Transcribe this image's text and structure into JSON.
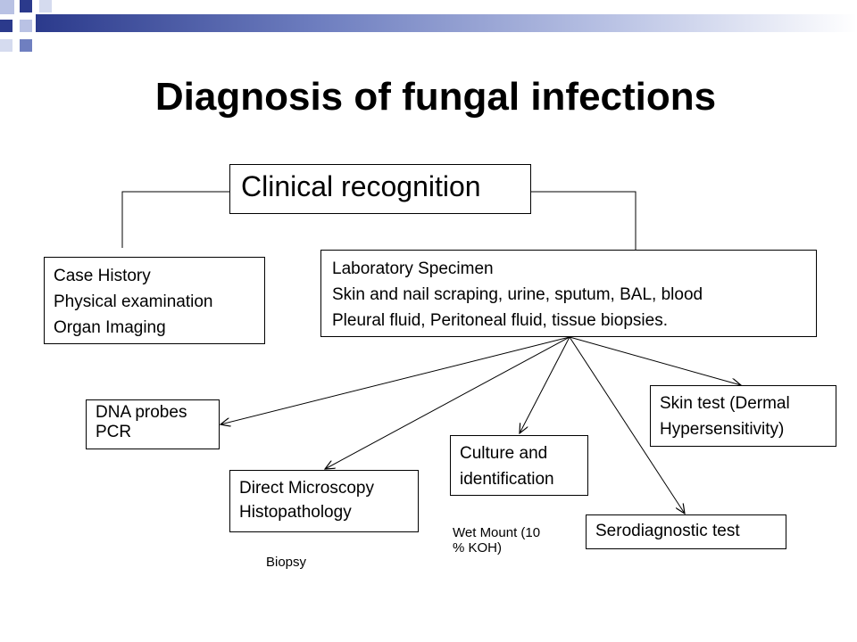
{
  "title": "Diagnosis of fungal infections",
  "nodes": {
    "clinical": {
      "lines": [
        "Clinical recognition"
      ]
    },
    "history": {
      "lines": [
        "Case History",
        "Physical examination",
        "Organ Imaging"
      ]
    },
    "lab": {
      "lines": [
        "Laboratory Specimen",
        "Skin and nail scraping, urine, sputum, BAL, blood",
        "Pleural fluid, Peritoneal fluid, tissue biopsies."
      ]
    },
    "dna": {
      "lines": [
        "DNA probes",
        "PCR"
      ]
    },
    "microscopy": {
      "lines": [
        "Direct Microscopy",
        "Histopathology"
      ]
    },
    "culture": {
      "lines": [
        "Culture and",
        "identification"
      ]
    },
    "skin": {
      "lines": [
        "Skin test (Dermal",
        "Hypersensitivity)"
      ]
    },
    "sero": {
      "lines": [
        "Serodiagnostic test"
      ]
    }
  },
  "notes": {
    "wet_mount": [
      "Wet Mount (10",
      "%  KOH)"
    ],
    "biopsy": "Biopsy"
  },
  "colors": {
    "accent_dark": "#2b3a8c",
    "accent_light": "#b9c2e4"
  }
}
